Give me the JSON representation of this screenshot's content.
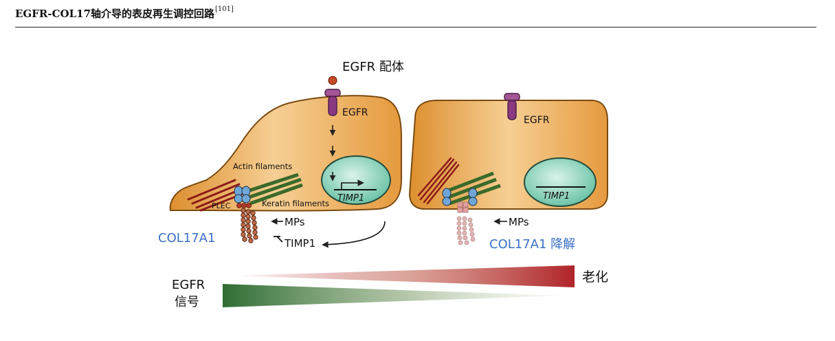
{
  "caption": {
    "title": "EGFR-COL17轴介导的表皮再生调控回路",
    "ref": "[101]"
  },
  "diagram": {
    "egfr_ligand": "EGFR 配体",
    "left_cell": {
      "egfr": "EGFR",
      "actin": "Actin filaments",
      "keratin": "Keratin filaments",
      "plec": "PLEC",
      "timp1_gene": "TIMP1",
      "col17a1": "COL17A1",
      "mps": "MPs",
      "timp1_protein": "TIMP1"
    },
    "right_cell": {
      "egfr": "EGFR",
      "timp1_gene": "TIMP1",
      "mps": "MPs",
      "col17a1_degraded": "COL17A1 降解"
    },
    "gradients": {
      "aging": "老化",
      "egfr_signal_line1": "EGFR",
      "egfr_signal_line2": "信号"
    },
    "colors": {
      "cell_fill": "#e5a247",
      "nucleus": "#7fd0b5",
      "actin": "#8b1a1a",
      "keratin": "#3a6a2a",
      "label_blue": "#3a6fc4",
      "aging_red": "#b0242a",
      "egfr_green": "#2f6d33",
      "receptor_purple": "#7a2c6e"
    }
  }
}
